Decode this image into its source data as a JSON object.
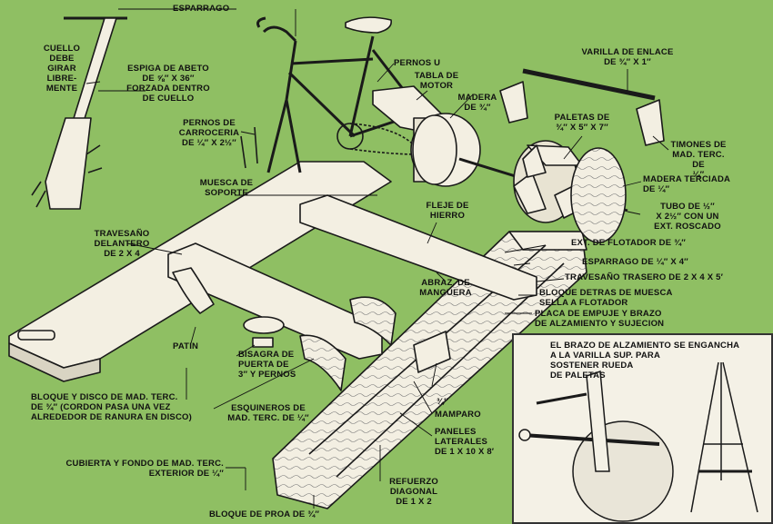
{
  "labels": {
    "esparrago_top": "ESPARRAGO",
    "cuello": "CUELLO\nDEBE\nGIRAR\nLIBRE-\nMENTE",
    "espiga": "ESPIGA DE ABETO\nDE ⅝″ x 36″\nFORZADA DENTRO\nDE CUELLO",
    "pernos_u": "PERNOS U",
    "tabla_motor": "TABLA DE\nMOTOR",
    "madera_34": "MADERA\nDE ¾″",
    "varilla": "VARILLA DE ENLACE\nDE ¾″ x 1″",
    "pernos_carroceria": "PERNOS DE\nCARROCERIA\nDE ¼″ x 2½″",
    "paletas": "PALETAS DE\n¾″ x 5″ x 7″",
    "timones": "TIMONES DE\nMAD. TERC. DE\n¼″",
    "madera_terciada": "MADERA TERCIADA\nDE ¼″",
    "muesca": "MUESCA DE\nSOPORTE",
    "fleje": "FLEJE DE\nHIERRO",
    "tubo": "TUBO DE ½″\nx 2½″ CON UN\nEXT. ROSCADO",
    "travesano_del": "TRAVESAÑO\nDELANTERO\nDE 2 x 4",
    "ext_flotador": "EXT. DE FLOTADOR DE ¾″",
    "esparrago_14": "ESPARRAGO DE ¼″ x 4″",
    "travesano_tras": "TRAVESAÑO TRASERO DE 2 x 4 x 5′",
    "abraz": "ABRAZ. DE\nMANGUERA",
    "bloque_detras": "BLOQUE DETRAS DE MUESCA\nSELLA A FLOTADOR",
    "placa": "PLACA DE EMPUJE Y BRAZO\nDE ALZAMIENTO Y SUJECION",
    "patin": "PATIN",
    "bisagra": "BISAGRA DE\nPUERTA DE\n3″ Y PERNOS",
    "bloque_disco": "BLOQUE Y DISCO DE MAD. TERC.\nDE ¾″ (CORDON PASA UNA VEZ\nALREDEDOR DE RANURA EN DISCO)",
    "esquineros": "ESQUINEROS DE\nMAD. TERC. DE ¼″",
    "tres_cuartos": "¾″",
    "mamparo": "MAMPARO",
    "paneles": "PANELES\nLATERALES\nDE 1 x 10 x 8′",
    "cubierta": "CUBIERTA Y FONDO DE MAD. TERC.\nEXTERIOR DE ¼″",
    "refuerzo": "REFUERZO\nDIAGONAL\nDE 1 x 2",
    "bloque_proa": "BLOQUE DE PROA DE ¾″"
  },
  "inset": {
    "caption": "EL BRAZO DE ALZAMIENTO SE ENGANCHA\nA LA VARILLA SUP. PARA\nSOSTENER RUEDA\nDE PALETAS"
  },
  "colors": {
    "background": "#8fbf63",
    "wood": "#f3efe2",
    "line": "#1a1a1a"
  }
}
